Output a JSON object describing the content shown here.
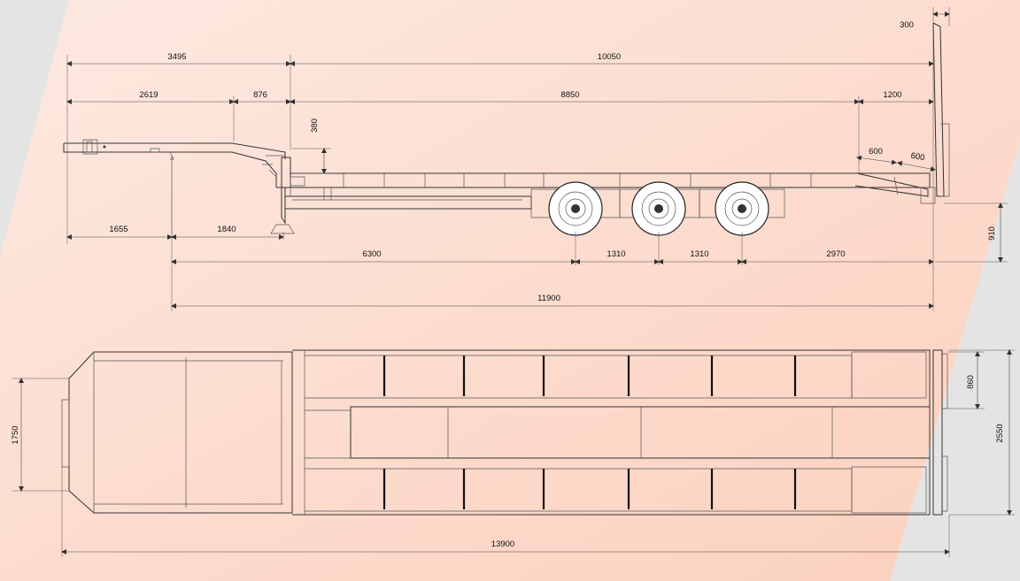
{
  "background": {
    "gradient_from": "#fde9e1",
    "gradient_to": "#fbd0bd",
    "side_band": "#e4e4e4"
  },
  "dimensions": {
    "d300": "300",
    "d3495": "3495",
    "d10050": "10050",
    "d2619": "2619",
    "d876": "876",
    "d8850": "8850",
    "d1200": "1200",
    "d380": "380",
    "d600a": "600",
    "d600b": "600",
    "d1655": "1655",
    "d1840": "1840",
    "d910": "910",
    "d6300": "6300",
    "d1310a": "1310",
    "d1310b": "1310",
    "d2970": "2970",
    "d11900": "11900",
    "d1750": "1750",
    "d860": "860",
    "d2550": "2550",
    "d13900": "13900"
  }
}
